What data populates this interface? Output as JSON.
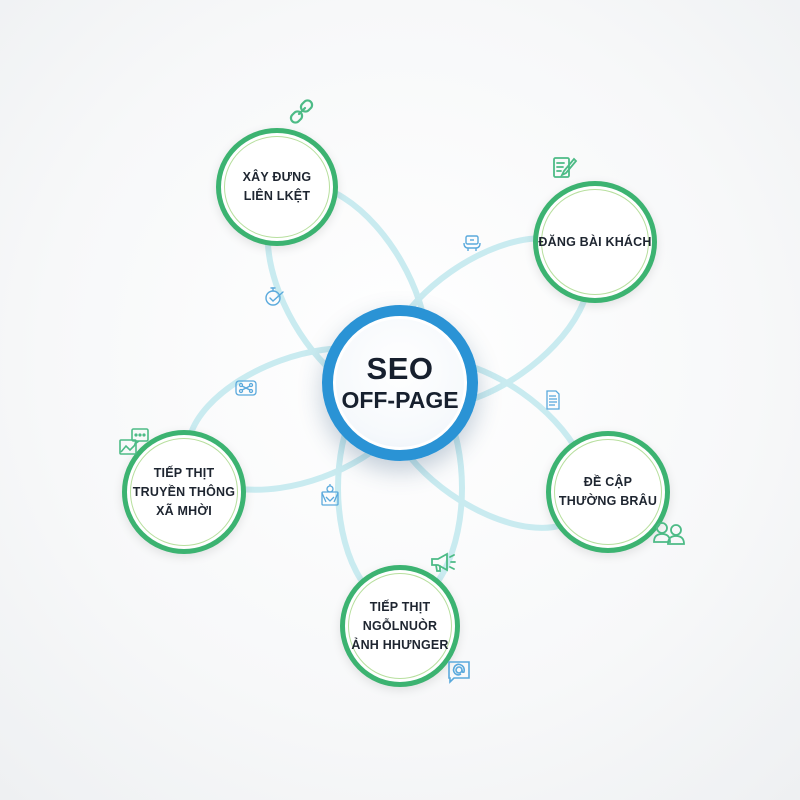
{
  "center": {
    "line1": "SEO",
    "line2": "OFF-PAGE",
    "ring_color": "#2a93d5"
  },
  "nodes": [
    {
      "id": "link-building",
      "label": "XÂY ĐƯNG\nLIÊN LKỆT",
      "icon": "chain-link-icon"
    },
    {
      "id": "guest-posting",
      "label": "ĐĂNG BÀI KHÁCH",
      "icon": "edit-document-icon"
    },
    {
      "id": "brand-mentions",
      "label": "ĐỀ CẬP\nTHƯỜNG BRÂU",
      "icon": "users-icon"
    },
    {
      "id": "influencer-marketing",
      "label": "TIẾP THỊT\nNGỖLNUÒR\nẢNH HHƯNGER",
      "icon": "megaphone-icon"
    },
    {
      "id": "social-media-marketing",
      "label": "TIẾP THỊT\nTRUYỀN THÔNG\nXÃ MHỜI",
      "icon": "image-chat-icon"
    }
  ],
  "decorative_icons": [
    "chain-link-icon",
    "edit-document-icon",
    "users-icon",
    "megaphone-icon",
    "email-chat-icon",
    "image-chat-icon",
    "laptop-icon",
    "stopwatch-check-icon",
    "network-card-icon",
    "document-list-icon",
    "mail-upload-icon"
  ],
  "colors": {
    "node_ring": "#3cb371",
    "node_inner_ring": "#b7df9e",
    "petal": "#c9ebf0",
    "accent_icon_blue": "#5aa9dc",
    "accent_icon_green": "#4dbb86",
    "text": "#1e2530"
  }
}
